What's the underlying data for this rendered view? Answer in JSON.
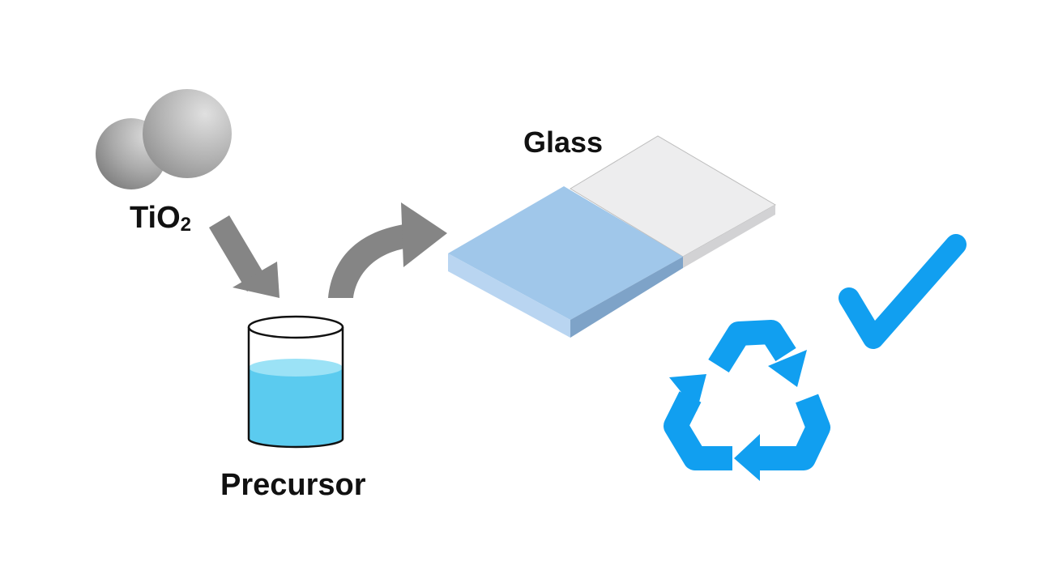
{
  "labels": {
    "tio2_main": "TiO",
    "tio2_subscript": "2",
    "glass": "Glass",
    "precursor": "Precursor"
  },
  "icons": {
    "particles": "tio2-particles-icon",
    "beaker": "beaker-icon",
    "glass_slide": "glass-slide-icon",
    "recycle": "recycle-icon",
    "checkmark": "checkmark-icon"
  },
  "colors": {
    "arrow_gray": "#858585",
    "liquid_blue": "#5bcbef",
    "coating_blue": "#a0c7ea",
    "glass_gray": "#ededee",
    "accent_blue": "#119ff0"
  }
}
